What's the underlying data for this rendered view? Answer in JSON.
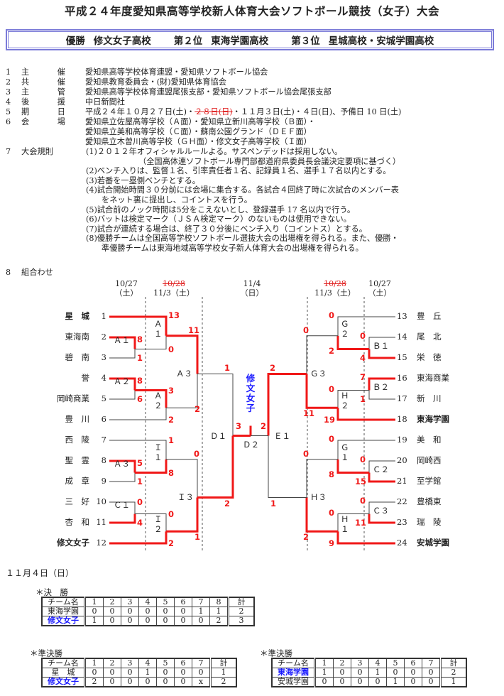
{
  "title": "平成２４年度愛知県高等学校新人体育大会ソフトボール競技（女子）大会",
  "results": [
    {
      "label": "優勝",
      "value": "修文女子高校"
    },
    {
      "label": "第２位",
      "value": "東海学園高校"
    },
    {
      "label": "第３位",
      "value": "星城高校・安城学園高校"
    }
  ],
  "info": [
    {
      "num": "1",
      "key": [
        "主",
        "催"
      ],
      "value": "愛知県高等学校体育連盟・愛知県ソフトボール協会"
    },
    {
      "num": "2",
      "key": [
        "共",
        "催"
      ],
      "value": "愛知県教育委員会・(財)愛知県体育協会"
    },
    {
      "num": "3",
      "key": [
        "主",
        "管"
      ],
      "value": "愛知県高等学校体育連盟尾張支部・愛知県ソフトボール協会尾張支部"
    },
    {
      "num": "4",
      "key": [
        "後",
        "援"
      ],
      "value": "中日新聞社"
    },
    {
      "num": "5",
      "key": [
        "期",
        "日"
      ],
      "value_pre": "平成２４年１０月２７日(土)・",
      "value_strike": "２８日(日)",
      "value_post": "・１１月３日(土)・４日(日)、予備日 10 日(土)"
    },
    {
      "num": "6",
      "key": [
        "会",
        "場"
      ],
      "value": "愛知県立佐屋高等学校（Ａ面）・愛知県立新川高等学校（Ｂ面）・"
    },
    {
      "num": "",
      "key": [
        "",
        ""
      ],
      "value": "愛知県立美和高等学校（Ｃ面）・蘇南公園グランド（ＤＥＦ面）"
    },
    {
      "num": "",
      "key": [
        "",
        ""
      ],
      "value": "愛知県立木曽川高等学校（ＧＨ面）・修文女子高等学校（Ｉ面）"
    }
  ],
  "rules": {
    "num": "7",
    "key": "大会規則",
    "items": [
      "(1)２０１２年オフィシャルルールよる。サスペンデッドは採用しない。",
      "（全国高体連ソフトボール専門部都道府県委員長会議決定要項に基づく）",
      "(2)ベンチ入りは、監督１名、引率責任者１名、記録員１名、選手１７名以内とする。",
      "(3)若番を一塁側ベンチとする。",
      "(4)試合開始時間３０分前には会場に集合する。各試合４回終了時に次試合のメンバー表",
      "をネット裏に提出し、コイントスを行う。",
      "(5)試合前のノック時間は5分をこえないとし、登録選手 17 名以内で行う。",
      "(6)バットは検定マーク（ＪＳＡ検定マーク）のないものは使用できない。",
      "(7)試合が連続する場合は、終了３０分後にベンチ入り（コイントス）とする。",
      "(8)優勝チームは全国高等学校ソフトボール選抜大会の出場権を得られる。また、優勝・",
      "準優勝チームは東海地域高等学校女子新人体育大会の出場権を得られる。"
    ]
  },
  "section8": {
    "num": "8",
    "label": "組合わせ"
  },
  "columns": [
    {
      "line1": "10/27",
      "line2": "（土）"
    },
    {
      "line1_strike": "10/28",
      "line2": "11/3（土）"
    },
    {
      "line1": "11/4",
      "line2": "（日）"
    },
    {
      "line1_strike": "10/28",
      "line2": "11/3（土）"
    },
    {
      "line1": "10/27",
      "line2": "（土）"
    }
  ],
  "teams_left": [
    {
      "seed": "1",
      "name": "星　城",
      "bold": true
    },
    {
      "seed": "2",
      "name": "東海南"
    },
    {
      "seed": "3",
      "name": "碧　南"
    },
    {
      "seed": "4",
      "name": "誉"
    },
    {
      "seed": "5",
      "name": "岡崎商業"
    },
    {
      "seed": "6",
      "name": "豊　川"
    },
    {
      "seed": "7",
      "name": "西　陵"
    },
    {
      "seed": "8",
      "name": "聖　霊"
    },
    {
      "seed": "9",
      "name": "成　章"
    },
    {
      "seed": "10",
      "name": "三　好"
    },
    {
      "seed": "11",
      "name": "杏　和"
    },
    {
      "seed": "12",
      "name": "修文女子",
      "bold": true
    }
  ],
  "teams_right": [
    {
      "seed": "13",
      "name": "豊　丘"
    },
    {
      "seed": "14",
      "name": "尾　北"
    },
    {
      "seed": "15",
      "name": "栄　徳"
    },
    {
      "seed": "16",
      "name": "東海商業"
    },
    {
      "seed": "17",
      "name": "新　川"
    },
    {
      "seed": "18",
      "name": "東海学園",
      "bold": true
    },
    {
      "seed": "19",
      "name": "美　和"
    },
    {
      "seed": "20",
      "name": "岡崎西"
    },
    {
      "seed": "21",
      "name": "至学館"
    },
    {
      "seed": "22",
      "name": "豊橋東"
    },
    {
      "seed": "23",
      "name": "瑞　陵"
    },
    {
      "seed": "24",
      "name": "安城学園",
      "bold": true
    }
  ],
  "game_labels": {
    "A1_l": "Ａ１",
    "A2_l": "Ａ２",
    "A3_l": "Ａ３",
    "C1_l": "Ｃ１",
    "A1_2": "Ａ\n１",
    "A2_2": "Ａ\n２",
    "I1": "Ｉ\n１",
    "I2": "Ｉ\n２",
    "A3_r": "Ａ３",
    "I3": "Ｉ３",
    "D1": "Ｄ１",
    "D2": "Ｄ２",
    "E1": "Ｅ１",
    "G3": "Ｇ３",
    "H3": "Ｈ３",
    "G2": "Ｇ\n２",
    "H2": "Ｈ\n２",
    "G1": "Ｇ\n１",
    "H1": "Ｈ\n１",
    "B1": "Ｂ１",
    "B2": "Ｂ２",
    "C2": "Ｃ２",
    "C3": "Ｃ３"
  },
  "scores": {
    "A1_2": "8",
    "A1_3": "1",
    "A1b_1": "13",
    "A1b_0": "0",
    "A3a_11": "11",
    "A3a_2": "2",
    "A2_4": "8",
    "A2_5": "6",
    "A2b_3": "3",
    "A2b_2": "2",
    "D1_top": "1",
    "D1_bot": "2",
    "I1_7": "1",
    "I1_8": "8",
    "A3b_8": "5",
    "A3b_9": "1",
    "I3_top": "0",
    "I3_bot": "1",
    "C1_10": "0",
    "C1_11": "4",
    "I2_top": "0",
    "I2_12": "2",
    "D2_l": "3",
    "D2_r": "2",
    "E1_top": "2",
    "E1_bot": "1",
    "G2_13": "0",
    "G2_bot": "2",
    "G3_top": "0",
    "G3_bot": "11",
    "B1_14": "0",
    "B1_15": "4",
    "B2_16": "7",
    "B2_17": "1",
    "H2_top": "0",
    "H2_18": "19",
    "G1_19": "0",
    "G1_bot": "8",
    "H3_top": "0",
    "H3_bot": "2",
    "C2_20": "0",
    "C2_21": "15",
    "C3_22": "0",
    "C3_23": "11",
    "H1_top": "0",
    "H1_24": "9"
  },
  "champion": "修\n文\n女\n子",
  "day_label": "１１月４日（日）",
  "final": {
    "title": "＊決　勝",
    "header": [
      "チーム名",
      "1",
      "2",
      "3",
      "4",
      "5",
      "6",
      "7",
      "8",
      "計"
    ],
    "rows": [
      {
        "team": "東海学園",
        "winner": false,
        "cells": [
          "0",
          "0",
          "0",
          "0",
          "0",
          "0",
          "1",
          "1",
          "2"
        ]
      },
      {
        "team": "修文女子",
        "winner": true,
        "cells": [
          "1",
          "0",
          "0",
          "0",
          "0",
          "0",
          "0",
          "2",
          "3"
        ]
      }
    ]
  },
  "semi1": {
    "title": "＊準決勝",
    "header": [
      "チーム名",
      "1",
      "2",
      "3",
      "4",
      "5",
      "6",
      "7",
      "計"
    ],
    "rows": [
      {
        "team": "星　城",
        "winner": false,
        "cells": [
          "0",
          "0",
          "0",
          "1",
          "0",
          "0",
          "0",
          "1"
        ]
      },
      {
        "team": "修文女子",
        "winner": true,
        "cells": [
          "2",
          "0",
          "0",
          "0",
          "0",
          "0",
          "x",
          "2"
        ]
      }
    ]
  },
  "semi2": {
    "title": "＊準決勝",
    "header": [
      "チーム名",
      "1",
      "2",
      "3",
      "4",
      "5",
      "6",
      "7",
      "計"
    ],
    "rows": [
      {
        "team": "東海学園",
        "winner": true,
        "cells": [
          "1",
          "0",
          "0",
          "1",
          "0",
          "0",
          "0",
          "2"
        ]
      },
      {
        "team": "安城学園",
        "winner": false,
        "cells": [
          "0",
          "0",
          "0",
          "0",
          "1",
          "0",
          "0",
          "1"
        ]
      }
    ]
  },
  "colors": {
    "win": "#f01818",
    "lose": "#444444",
    "accent": "#1a1aff",
    "box": "#7b7bd8"
  }
}
